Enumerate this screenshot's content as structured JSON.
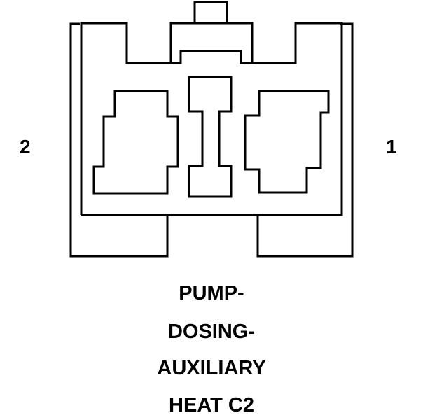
{
  "pin_labels": {
    "left": "2",
    "right": "1"
  },
  "caption_lines": [
    "PUMP-",
    "DOSING-",
    "AUXILIARY",
    "HEAT C2"
  ]
}
